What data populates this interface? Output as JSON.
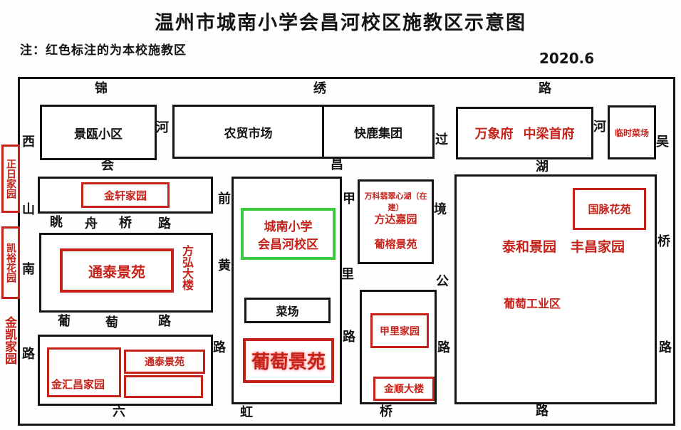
{
  "header": {
    "title": "温州市城南小学会昌河校区施教区示意图",
    "note": "注：红色标注的为本校施教区",
    "date": "2020.6"
  },
  "colors": {
    "highlight_red": "#c5221a",
    "school_border_green": "#3ecb3e",
    "line_black": "#141414"
  },
  "roads": {
    "jin_xiu_lu": {
      "name": "锦绣路",
      "chars": [
        "锦",
        "绣",
        "路"
      ]
    },
    "hui_chang_hu": {
      "name": "会昌湖",
      "chars": [
        "会",
        "昌",
        "湖"
      ]
    },
    "xi_shan_nan_lu": {
      "name": "西山南路",
      "chars": [
        "西",
        "山",
        "南",
        "路"
      ]
    },
    "tiao_zhou_qiao_lu": {
      "name": "眺舟桥路",
      "chars": [
        "眺",
        "舟",
        "桥",
        "路"
      ]
    },
    "pu_tao_lu": {
      "name": "葡萄路",
      "chars": [
        "葡",
        "萄",
        "路"
      ]
    },
    "qian_huang_lu": {
      "name": "前黄路",
      "chars": [
        "前",
        "黄",
        "路"
      ]
    },
    "jia_li_lu": {
      "name": "甲里路",
      "chars": [
        "甲",
        "里",
        "路"
      ]
    },
    "guo_jing_gong_lu": {
      "name": "过境公路",
      "chars": [
        "过",
        "境",
        "公",
        "路"
      ]
    },
    "wu_qiao_lu": {
      "name": "吴桥路",
      "chars": [
        "吴",
        "桥",
        "路"
      ]
    },
    "liu_hong_qiao_lu": {
      "name": "六虹桥路",
      "chars": [
        "六",
        "虹",
        "桥",
        "路"
      ]
    },
    "river_west": "河",
    "river_east": "河"
  },
  "outside_left": {
    "zhengri": "正日家园",
    "kaiyu": "凯裕花园",
    "jinkai": "金凯家园"
  },
  "blocks": {
    "jingou": "景瓯小区",
    "nongmao": "农贸市场",
    "kuailu": "快鹿集团",
    "wanxiangfu": "万象府",
    "zhongliang": "中梁首府",
    "linshicaichang": "临时菜场",
    "jinxuan": "金轩家园",
    "tongtai": "通泰景苑",
    "fanghong": "方弘大楼",
    "school_line1": "城南小学",
    "school_line2": "会昌河校区",
    "caichang": "菜场",
    "putaojingyuan": "葡萄景苑",
    "wanke": "万科翡翠心湖（在建）",
    "fangda": "方达嘉园",
    "purong": "葡榕景苑",
    "jialijiayuan": "甲里家园",
    "jinshun": "金顺大楼",
    "guomai": "国脉花苑",
    "taihe": "泰和景园",
    "fengchang": "丰昌家园",
    "putaogongye": "葡萄工业区",
    "jinhuichang": "金汇昌家园",
    "tongtai_south": "通泰景苑"
  }
}
